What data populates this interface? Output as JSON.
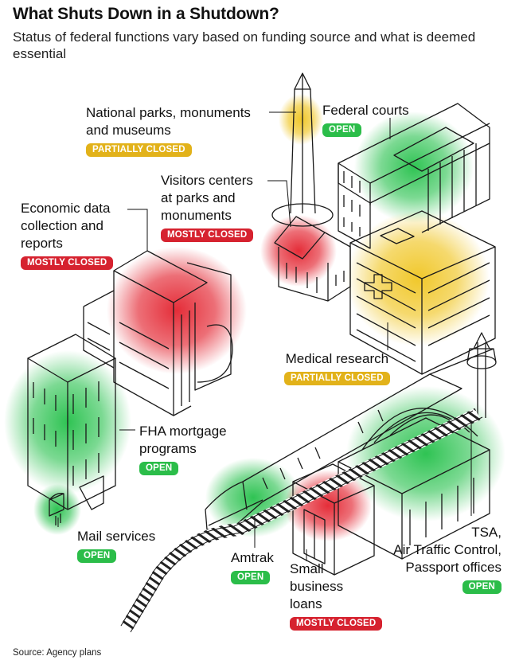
{
  "title": "What Shuts Down in a Shutdown?",
  "subtitle": "Status of federal functions vary based on funding source and what is deemed essential",
  "source": "Source: Agency plans",
  "status_colors": {
    "OPEN": "#2bbd49",
    "PARTIALLY CLOSED": "#e2b21a",
    "MOSTLY CLOSED": "#d6222f"
  },
  "items": [
    {
      "id": "national-parks",
      "name": "National parks, monuments\nand museums",
      "status": "PARTIALLY CLOSED"
    },
    {
      "id": "federal-courts",
      "name": "Federal courts",
      "status": "OPEN"
    },
    {
      "id": "visitors-centers",
      "name": "Visitors centers\nat parks and\nmonuments",
      "status": "MOSTLY CLOSED"
    },
    {
      "id": "economic-data",
      "name": "Economic data\ncollection and\nreports",
      "status": "MOSTLY CLOSED"
    },
    {
      "id": "medical-research",
      "name": "Medical research",
      "status": "PARTIALLY CLOSED"
    },
    {
      "id": "fha-mortgage",
      "name": "FHA mortgage\nprograms",
      "status": "OPEN"
    },
    {
      "id": "mail-services",
      "name": "Mail services",
      "status": "OPEN"
    },
    {
      "id": "amtrak",
      "name": "Amtrak",
      "status": "OPEN"
    },
    {
      "id": "small-business-loans",
      "name": "Small\nbusiness\nloans",
      "status": "MOSTLY CLOSED"
    },
    {
      "id": "tsa",
      "name": "TSA,\nAir Traffic Control,\nPassport offices",
      "status": "OPEN"
    }
  ]
}
